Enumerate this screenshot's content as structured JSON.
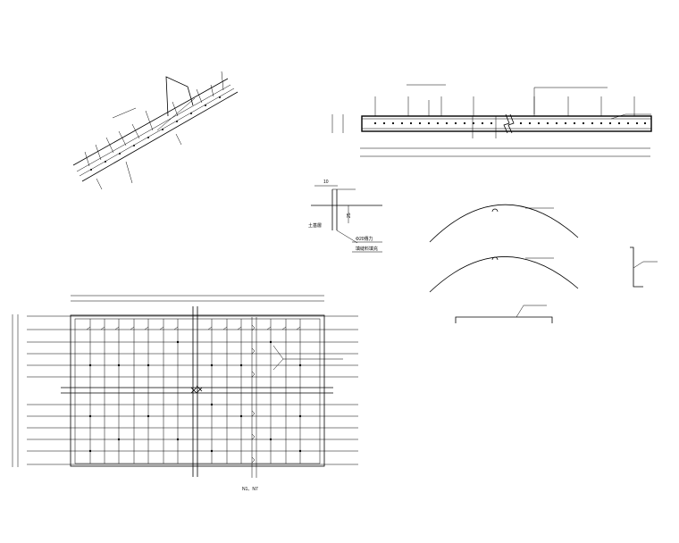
{
  "labels": {
    "dim_top": "10",
    "dim_side": "25",
    "layer_label": "土基層",
    "dowel_label": "Φ20傳力",
    "filler_label": "填縫料填充",
    "plan_caption": "N1、N7"
  }
}
